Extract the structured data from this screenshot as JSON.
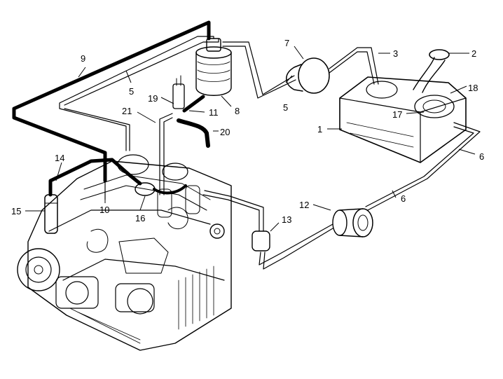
{
  "diagram": {
    "callouts": [
      "1",
      "2",
      "3",
      "5",
      "5",
      "6",
      "6",
      "7",
      "8",
      "9",
      "10",
      "11",
      "12",
      "13",
      "14",
      "15",
      "16",
      "17",
      "18",
      "19",
      "20",
      "21"
    ]
  }
}
